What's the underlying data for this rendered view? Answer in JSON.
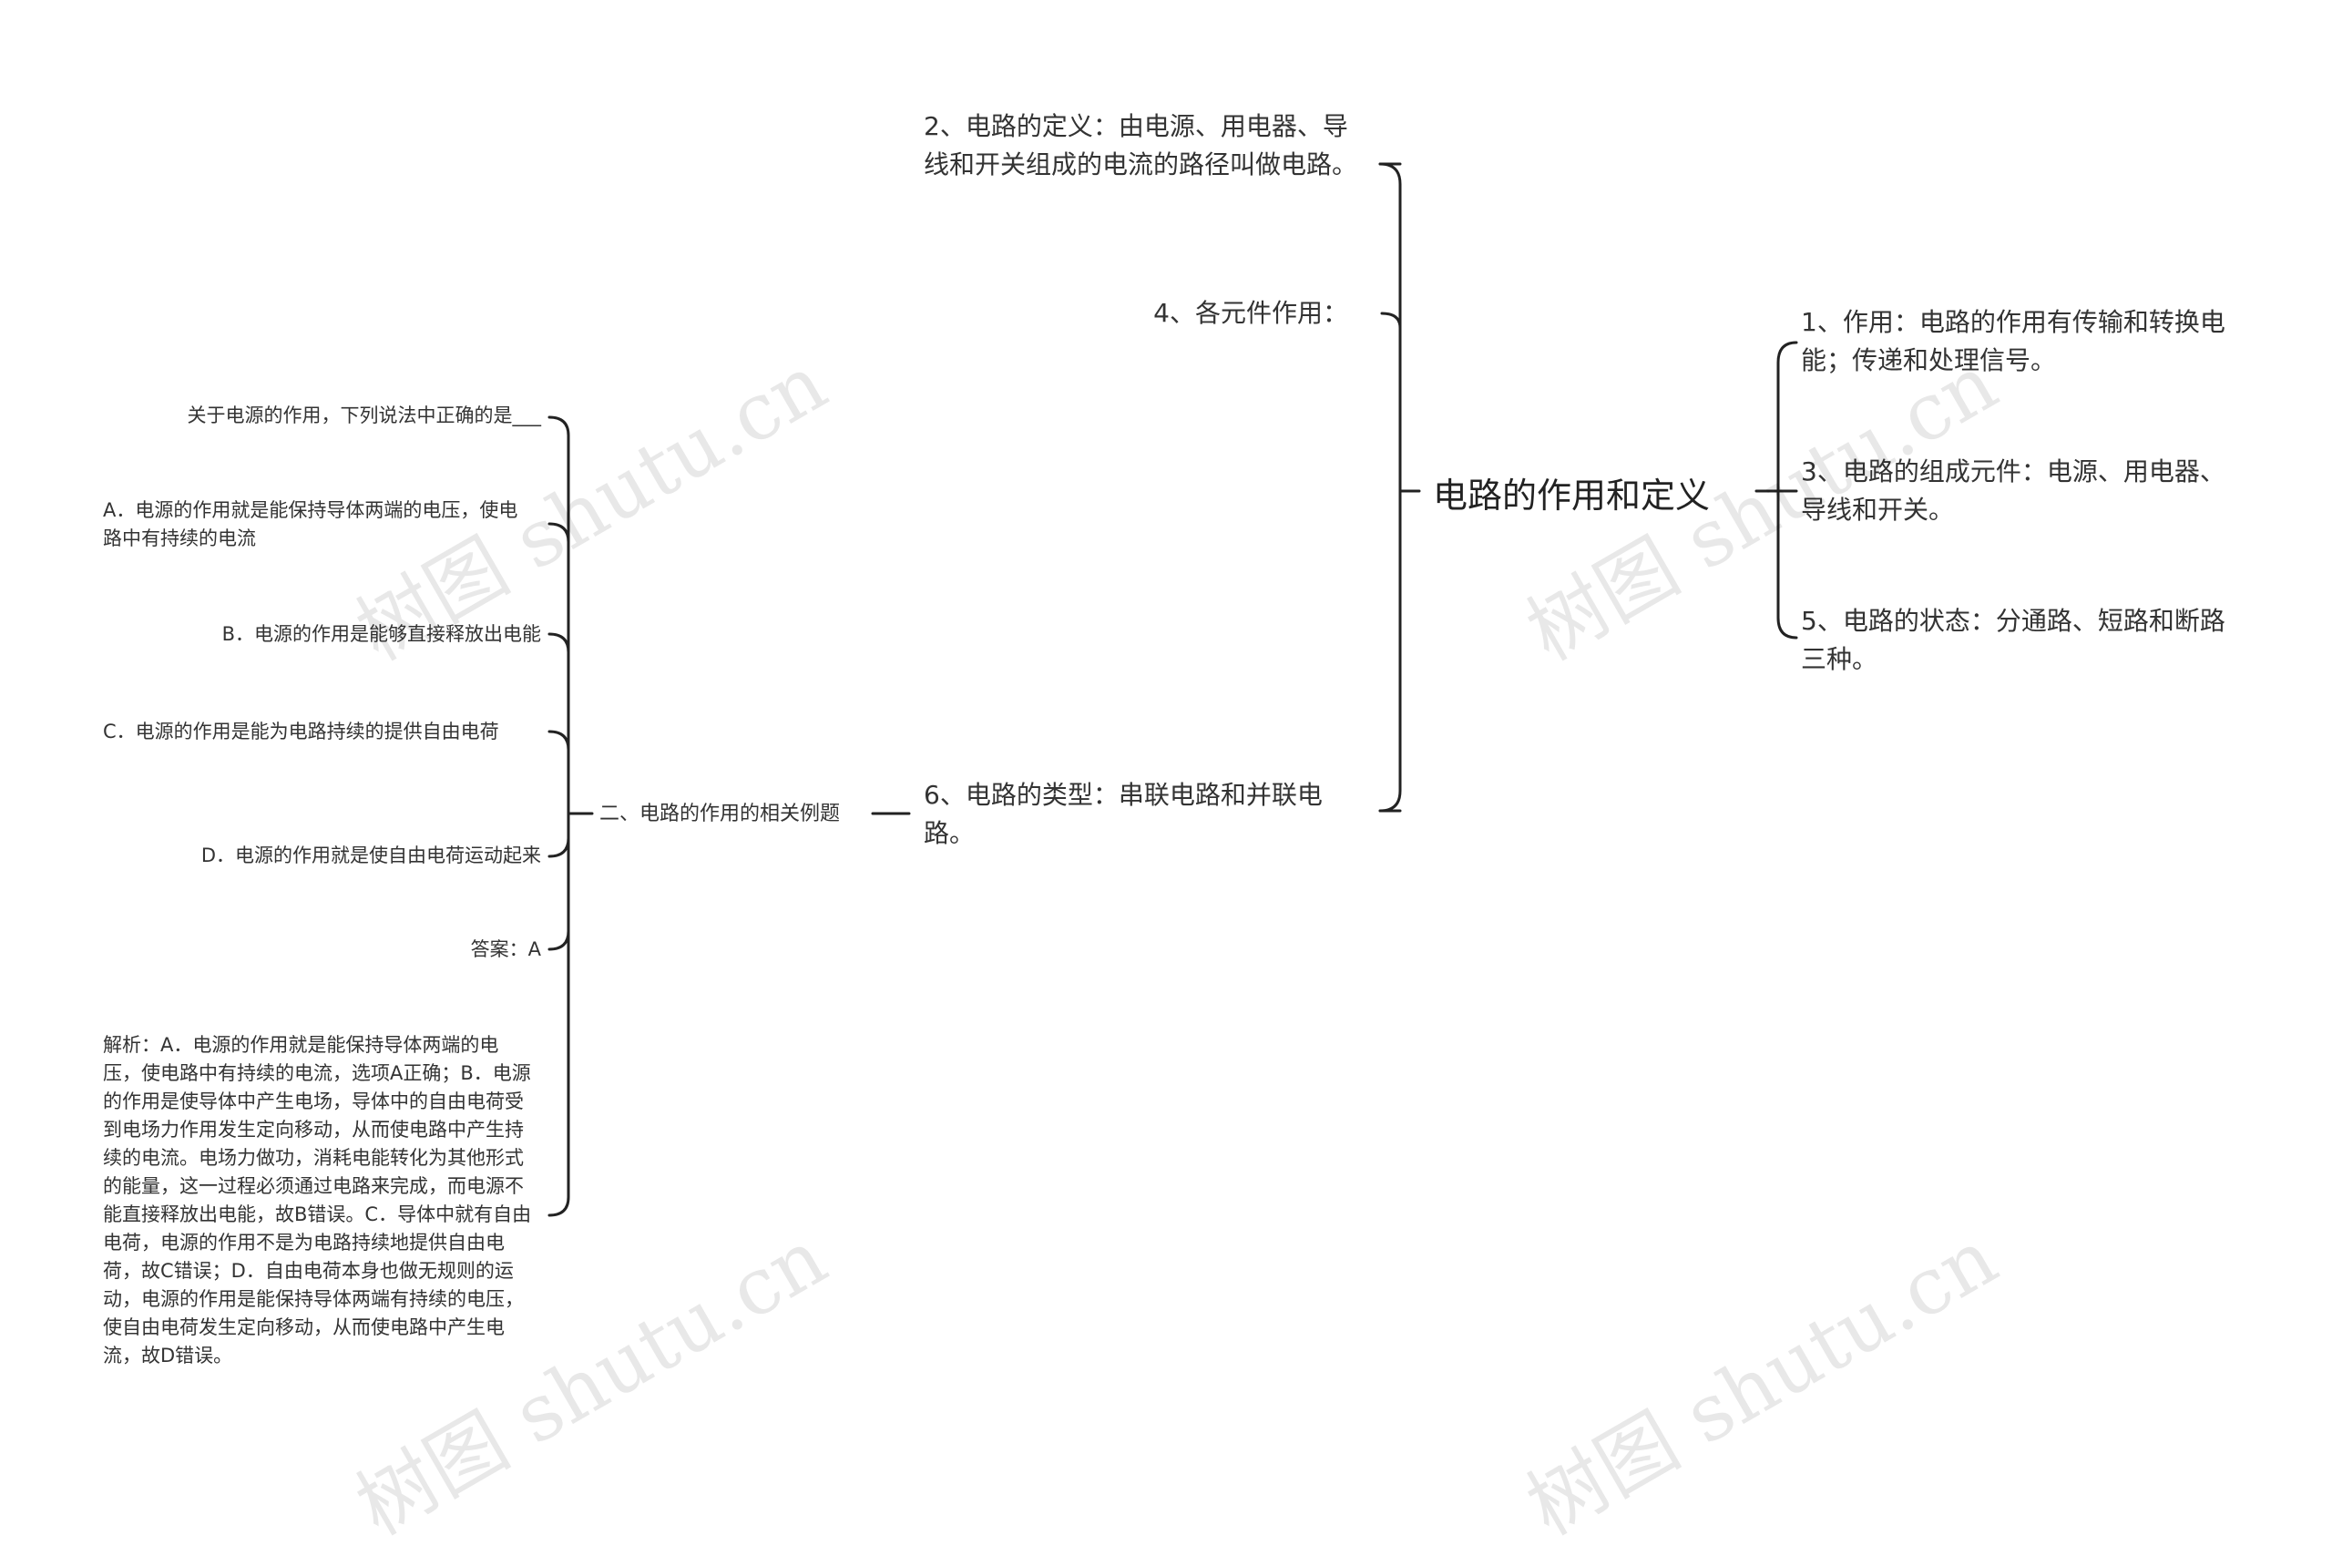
{
  "root": {
    "label": "电路的作用和定义"
  },
  "left_top": [
    "2、电路的定义：由电源、用电器、导线和开关组成的电流的路径叫做电路。",
    "4、各元件作用：",
    "6、电路的类型：串联电路和并联电路。"
  ],
  "right": [
    "1、作用：电路的作用有传输和转换电能；传递和处理信号。",
    "3、电路的组成元件：电源、用电器、导线和开关。",
    "5、电路的状态：分通路、短路和断路三种。"
  ],
  "example": {
    "label": "二、电路的作用的相关例题",
    "question": "关于电源的作用，下列说法中正确的是___",
    "option_a": "A．电源的作用就是能保持导体两端的电压，使电路中有持续的电流",
    "option_b": "B．电源的作用是能够直接释放出电能",
    "option_c": "C．电源的作用是能为电路持续的提供自由电荷",
    "option_d": "D．电源的作用就是使自由电荷运动起来",
    "answer": "答案：A",
    "analysis": "解析：A．电源的作用就是能保持导体两端的电压，使电路中有持续的电流，选项A正确；B．电源的作用是使导体中产生电场，导体中的自由电荷受到电场力作用发生定向移动，从而使电路中产生持续的电流。电场力做功，消耗电能转化为其他形式的能量，这一过程必须通过电路来完成，而电源不能直接释放出电能，故B错误。C．导体中就有自由电荷，电源的作用不是为电路持续地提供自由电荷，故C错误；D．自由电荷本身也做无规则的运动，电源的作用是能保持导体两端有持续的电压，使自由电荷发生定向移动，从而使电路中产生电流，故D错误。"
  },
  "watermark": "树图 shutu.cn",
  "colors": {
    "line": "#222222",
    "text": "#333333",
    "watermark": "#cfcfcf"
  }
}
